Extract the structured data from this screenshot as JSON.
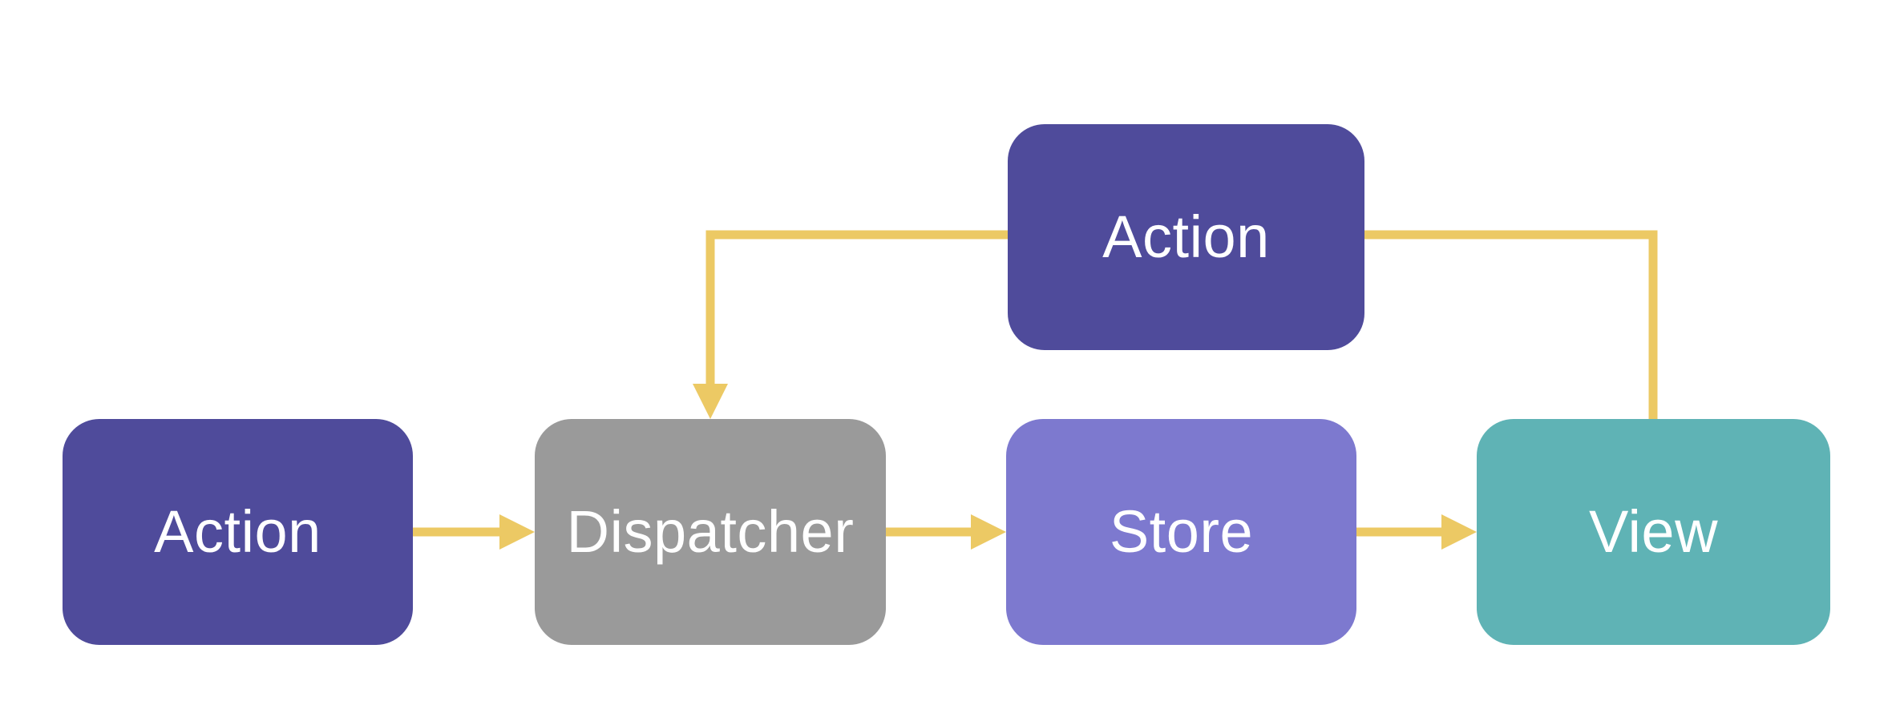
{
  "diagram": {
    "background": "#ffffff",
    "connector_color": "#ECC964",
    "nodes": [
      {
        "id": "action-top",
        "label": "Action",
        "fill": "#4F4B9B",
        "text_color": "#FFFFFF"
      },
      {
        "id": "action-left",
        "label": "Action",
        "fill": "#4F4B9B",
        "text_color": "#FFFFFF"
      },
      {
        "id": "dispatcher",
        "label": "Dispatcher",
        "fill": "#9A9A9A",
        "text_color": "#FFFFFF"
      },
      {
        "id": "store",
        "label": "Store",
        "fill": "#7D79CF",
        "text_color": "#FFFFFF"
      },
      {
        "id": "view",
        "label": "View",
        "fill": "#5FB3B5",
        "text_color": "#FFFFFF"
      }
    ],
    "edges": [
      {
        "from": "action-left",
        "to": "dispatcher",
        "arrowhead": true
      },
      {
        "from": "dispatcher",
        "to": "store",
        "arrowhead": true
      },
      {
        "from": "store",
        "to": "view",
        "arrowhead": true
      },
      {
        "from": "view",
        "to": "action-top",
        "arrowhead": false
      },
      {
        "from": "action-top",
        "to": "dispatcher",
        "arrowhead": true
      }
    ]
  }
}
